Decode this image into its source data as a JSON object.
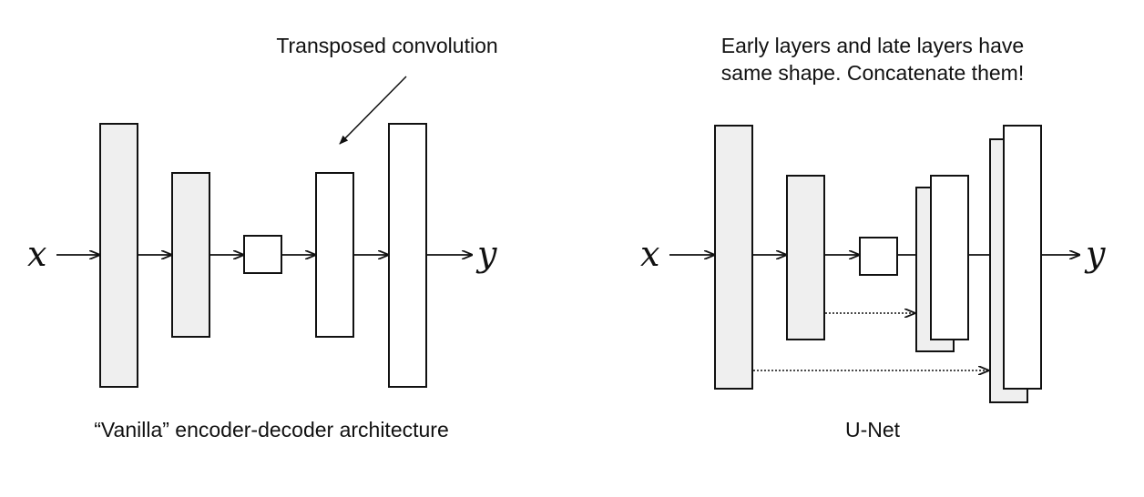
{
  "left": {
    "annotation": "Transposed convolution",
    "caption": "“Vanilla” encoder-decoder architecture",
    "input_symbol": "x",
    "output_symbol": "y"
  },
  "right": {
    "annotation_line1": "Early layers and late layers have",
    "annotation_line2": "same shape. Concatenate them!",
    "caption": "U-Net",
    "input_symbol": "x",
    "output_symbol": "y"
  },
  "colors": {
    "encoder_fill": "#efefef",
    "decoder_fill": "#ffffff",
    "stroke": "#111111"
  }
}
